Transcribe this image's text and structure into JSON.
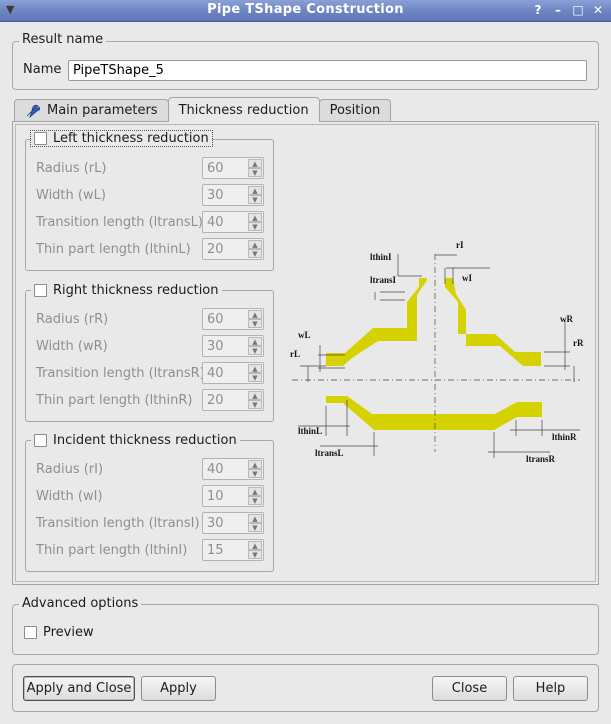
{
  "window": {
    "title": "Pipe TShape Construction",
    "controls": [
      "?",
      "–",
      "□",
      "✕"
    ]
  },
  "result": {
    "legend": "Result name",
    "name_label": "Name",
    "name_value": "PipeTShape_5"
  },
  "tabs": [
    {
      "label": "Main parameters"
    },
    {
      "label": "Thickness reduction"
    },
    {
      "label": "Position"
    }
  ],
  "left": {
    "title": "Left thickness reduction",
    "rows": [
      {
        "label": "Radius (rL)",
        "value": "60"
      },
      {
        "label": "Width (wL)",
        "value": "30"
      },
      {
        "label": "Transition length (ltransL)",
        "value": "40"
      },
      {
        "label": "Thin part length (lthinL)",
        "value": "20"
      }
    ]
  },
  "right": {
    "title": "Right thickness reduction",
    "rows": [
      {
        "label": "Radius (rR)",
        "value": "60"
      },
      {
        "label": "Width (wR)",
        "value": "30"
      },
      {
        "label": "Transition length (ltransR)",
        "value": "40"
      },
      {
        "label": "Thin part length (lthinR)",
        "value": "20"
      }
    ]
  },
  "incident": {
    "title": "Incident thickness reduction",
    "rows": [
      {
        "label": "Radius (rI)",
        "value": "40"
      },
      {
        "label": "Width (wI)",
        "value": "10"
      },
      {
        "label": "Transition length (ltransI)",
        "value": "30"
      },
      {
        "label": "Thin part length (lthinI)",
        "value": "15"
      }
    ]
  },
  "diagram_labels": {
    "lthinI": "lthinI",
    "rI": "rI",
    "ltransI": "ltransI",
    "wI": "wI",
    "wL": "wL",
    "rL": "rL",
    "wR": "wR",
    "rR": "rR",
    "lthinL": "lthinL",
    "ltransL": "ltransL",
    "lthinR": "lthinR",
    "ltransR": "ltransR"
  },
  "advanced": {
    "legend": "Advanced options",
    "preview_label": "Preview"
  },
  "buttons": {
    "apply_close": "Apply and Close",
    "apply": "Apply",
    "close": "Close",
    "help": "Help"
  },
  "colors": {
    "titlebar": "#6f86c4",
    "shape_fill": "#d6d100"
  }
}
